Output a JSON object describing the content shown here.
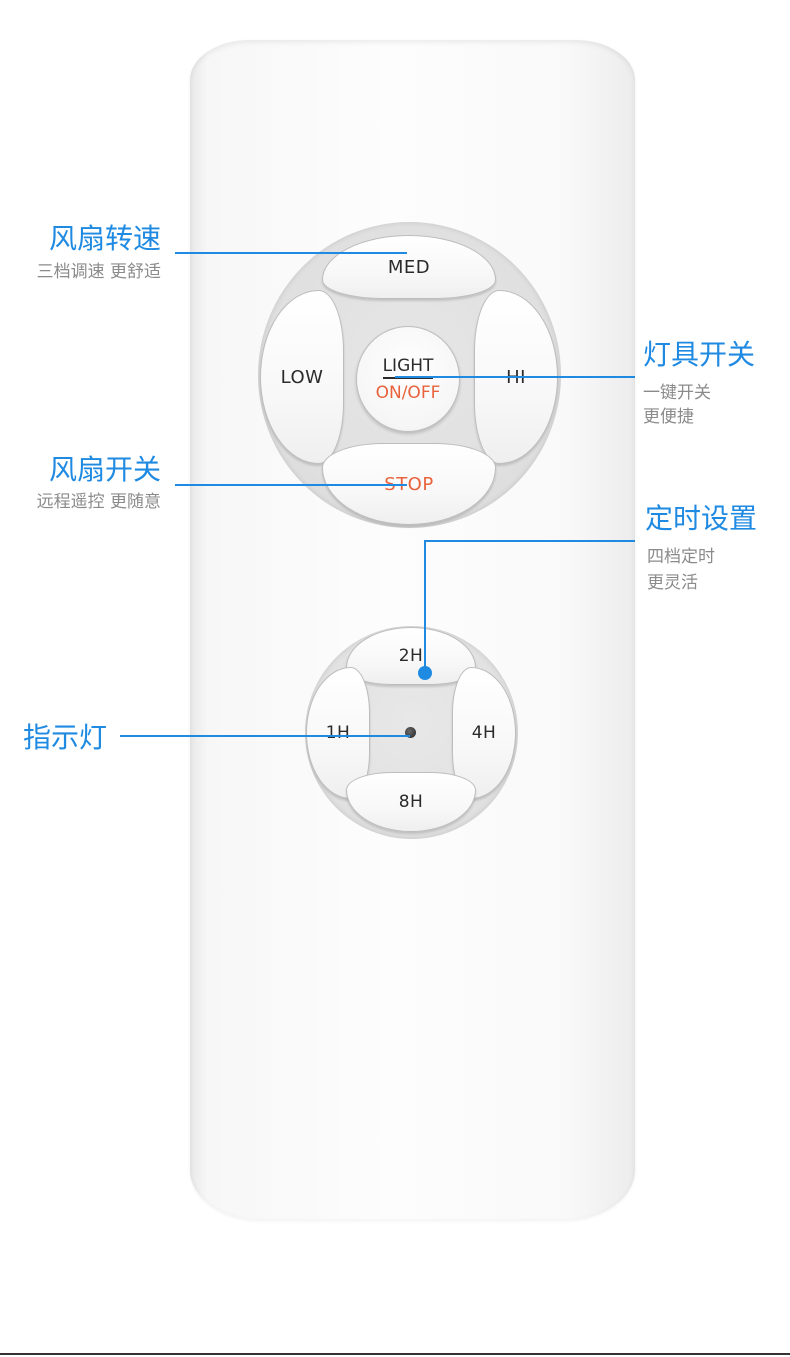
{
  "remote": {
    "speed_buttons": {
      "med": "MED",
      "low": "LOW",
      "hi": "HI",
      "stop": "STOP"
    },
    "light_button": {
      "line1": "LIGHT",
      "line2": "ON/OFF"
    },
    "timer_buttons": {
      "h2": "2H",
      "h1": "1H",
      "h4": "4H",
      "h8": "8H"
    }
  },
  "callouts": {
    "fan_speed": {
      "title": "风扇转速",
      "subtitle": "三档调速  更舒适"
    },
    "fan_switch": {
      "title": "风扇开关",
      "subtitle": "远程遥控  更随意"
    },
    "indicator": {
      "title": "指示灯"
    },
    "light_switch": {
      "title": "灯具开关",
      "subtitle_line1": "一键开关",
      "subtitle_line2": "更便捷"
    },
    "timer": {
      "title": "定时设置",
      "subtitle_line1": "四档定时",
      "subtitle_line2": "更灵活"
    }
  },
  "colors": {
    "accent": "#1f8ae2",
    "power_text": "#e8623c",
    "caption_gray": "#8b8b8b"
  }
}
